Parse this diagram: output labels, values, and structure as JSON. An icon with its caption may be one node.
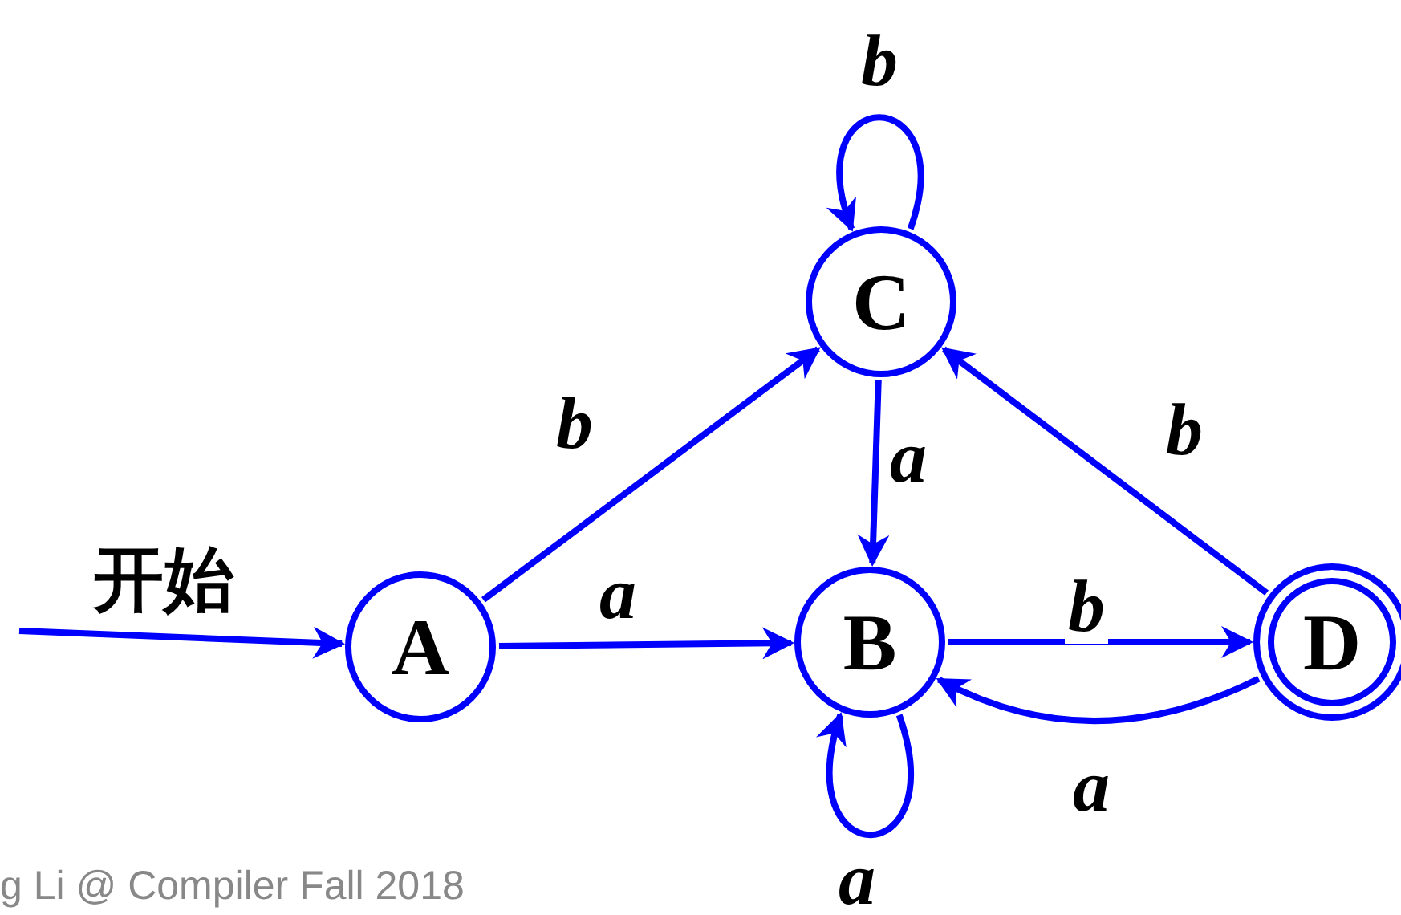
{
  "diagram": {
    "nodes": [
      {
        "text": [
          "A"
        ]
      },
      {
        "text": [
          "B"
        ]
      },
      {
        "text": [
          "C"
        ]
      },
      {
        "text": [
          "D"
        ]
      }
    ],
    "edges": [
      {
        "from": null,
        "to": 0,
        "arrow": "to",
        "label": "开始"
      },
      {
        "from": 0,
        "to": 2,
        "arrow": "to",
        "label": "b"
      },
      {
        "from": 0,
        "to": 1,
        "arrow": "to",
        "label": "a"
      },
      {
        "from": 2,
        "to": 2,
        "arrow": "to",
        "label": "b"
      },
      {
        "from": 2,
        "to": 1,
        "arrow": "to",
        "label": "a"
      },
      {
        "from": 1,
        "to": 3,
        "arrow": "to",
        "label": "b"
      },
      {
        "from": 3,
        "to": 2,
        "arrow": "to",
        "label": "b"
      },
      {
        "from": 3,
        "to": 1,
        "arrow": "to",
        "label": "a"
      },
      {
        "from": 1,
        "to": 1,
        "arrow": "to",
        "label": "a"
      }
    ],
    "labels": [
      "g Li @ Compiler Fall 2018"
    ]
  }
}
